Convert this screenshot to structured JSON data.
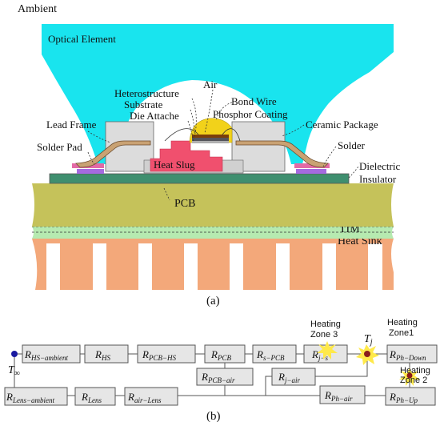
{
  "figure_a": {
    "panel_label": "(a)",
    "labels": {
      "ambient": "Ambient",
      "optical_element": "Optical Element",
      "air": "Air",
      "heterostructure": "Heterostructure",
      "substrate": "Substrate",
      "bond_wire": "Bond Wire",
      "die_attache": "Die Attache",
      "phosphor_coating": "Phosphor Coating",
      "lead_frame": "Lead Frame",
      "ceramic_package": "Ceramic Package",
      "solder_pad": "Solder Pad",
      "solder": "Solder",
      "heat_slug": "Heat Slug",
      "dielectric_insulator_1": "Dielectric",
      "dielectric_insulator_2": "Insulator",
      "pcb": "PCB",
      "tim": "TIM",
      "heat_sink": "Heat Sink"
    },
    "colors": {
      "optical": "#19e4ee",
      "pcb": "#c5c25a",
      "tim": "#b6eab0",
      "heat_sink": "#f3a87a",
      "heat_slug": "#f0506e",
      "ceramic": "#dcdcdc",
      "lead_frame": "#c9a273",
      "phosphor": "#f2d21a",
      "dielectric": "#3f8f6f"
    }
  },
  "figure_b": {
    "panel_label": "(b)",
    "t_inf": {
      "main": "T",
      "sub": "∞"
    },
    "t_j": {
      "main": "T",
      "sub": "j"
    },
    "resistors": {
      "hs_ambient": {
        "main": "R",
        "sub": "HS−ambient"
      },
      "hs": {
        "main": "R",
        "sub": "HS"
      },
      "pcb_hs": {
        "main": "R",
        "sub": "PCB−HS"
      },
      "pcb": {
        "main": "R",
        "sub": "PCB"
      },
      "s_pcb": {
        "main": "R",
        "sub": "s−PCB"
      },
      "j_s": {
        "main": "R",
        "sub": "j−s"
      },
      "ph_down": {
        "main": "R",
        "sub": "Ph−Down"
      },
      "pcb_air": {
        "main": "R",
        "sub": "PCB−air"
      },
      "j_air": {
        "main": "R",
        "sub": "j−air"
      },
      "lens_ambient": {
        "main": "R",
        "sub": "Lens−ambient"
      },
      "lens": {
        "main": "R",
        "sub": "Lens"
      },
      "air_lens": {
        "main": "R",
        "sub": "air−Lens"
      },
      "ph_air": {
        "main": "R",
        "sub": "Ph−air"
      },
      "ph_up": {
        "main": "R",
        "sub": "Ph−Up"
      }
    },
    "heating_zones": {
      "zone3": [
        "Heating",
        "Zone 3"
      ],
      "zone1": [
        "Heating",
        "Zone1"
      ],
      "zone2": [
        "Heating",
        "Zone 2"
      ]
    },
    "colors": {
      "zone_text": "#d42020",
      "star": "#ffe94a",
      "node": "#8a1c1c",
      "t_inf_node": "#1a1aa0"
    }
  }
}
